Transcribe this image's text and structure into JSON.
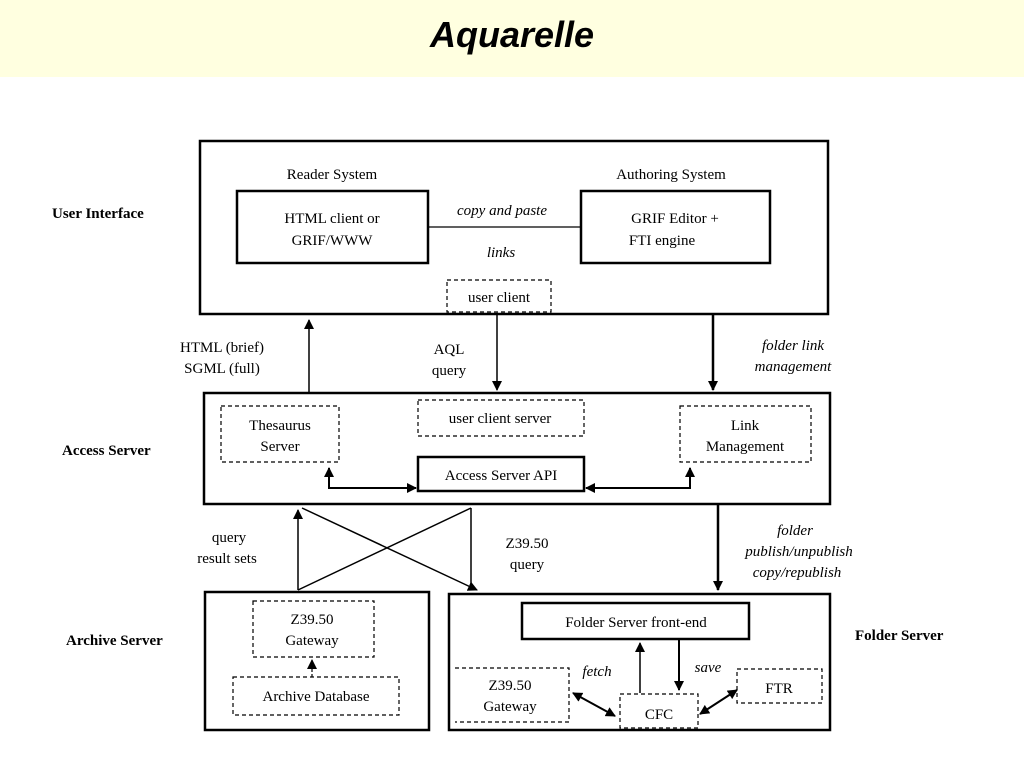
{
  "title": "Aquarelle",
  "rows": {
    "user_interface": "User Interface",
    "access_server": "Access Server",
    "archive_server": "Archive Server",
    "folder_server": "Folder Server"
  },
  "user_interface": {
    "reader_system": "Reader System",
    "authoring_system": "Authoring System",
    "html_client_line1": "HTML client or",
    "html_client_line2": "GRIF/WWW",
    "grif_editor_line1": "GRIF Editor +",
    "grif_editor_line2": "FTI engine",
    "copy_paste": "copy and paste",
    "links": "links",
    "user_client": "user client"
  },
  "flows": {
    "html_brief": "HTML (brief)",
    "sgml_full": "SGML (full)",
    "aql": "AQL",
    "query": "query",
    "folder_link": "folder link",
    "management": "management",
    "query_left": "query",
    "result_sets": "result sets",
    "z3950": "Z39.50",
    "z3950_query": "query",
    "folder": "folder",
    "publish_unpublish": "publish/unpublish",
    "copy_republish": "copy/republish"
  },
  "access_server": {
    "thesaurus_line1": "Thesaurus",
    "thesaurus_line2": "Server",
    "user_client_server": "user client server",
    "link_line1": "Link",
    "link_line2": "Management",
    "api": "Access Server API"
  },
  "archive_server": {
    "gateway_line1": "Z39.50",
    "gateway_line2": "Gateway",
    "database": "Archive Database"
  },
  "folder_server": {
    "front_end": "Folder Server front-end",
    "gateway_line1": "Z39.50",
    "gateway_line2": "Gateway",
    "fetch": "fetch",
    "save": "save",
    "cfc": "CFC",
    "ftr": "FTR"
  }
}
